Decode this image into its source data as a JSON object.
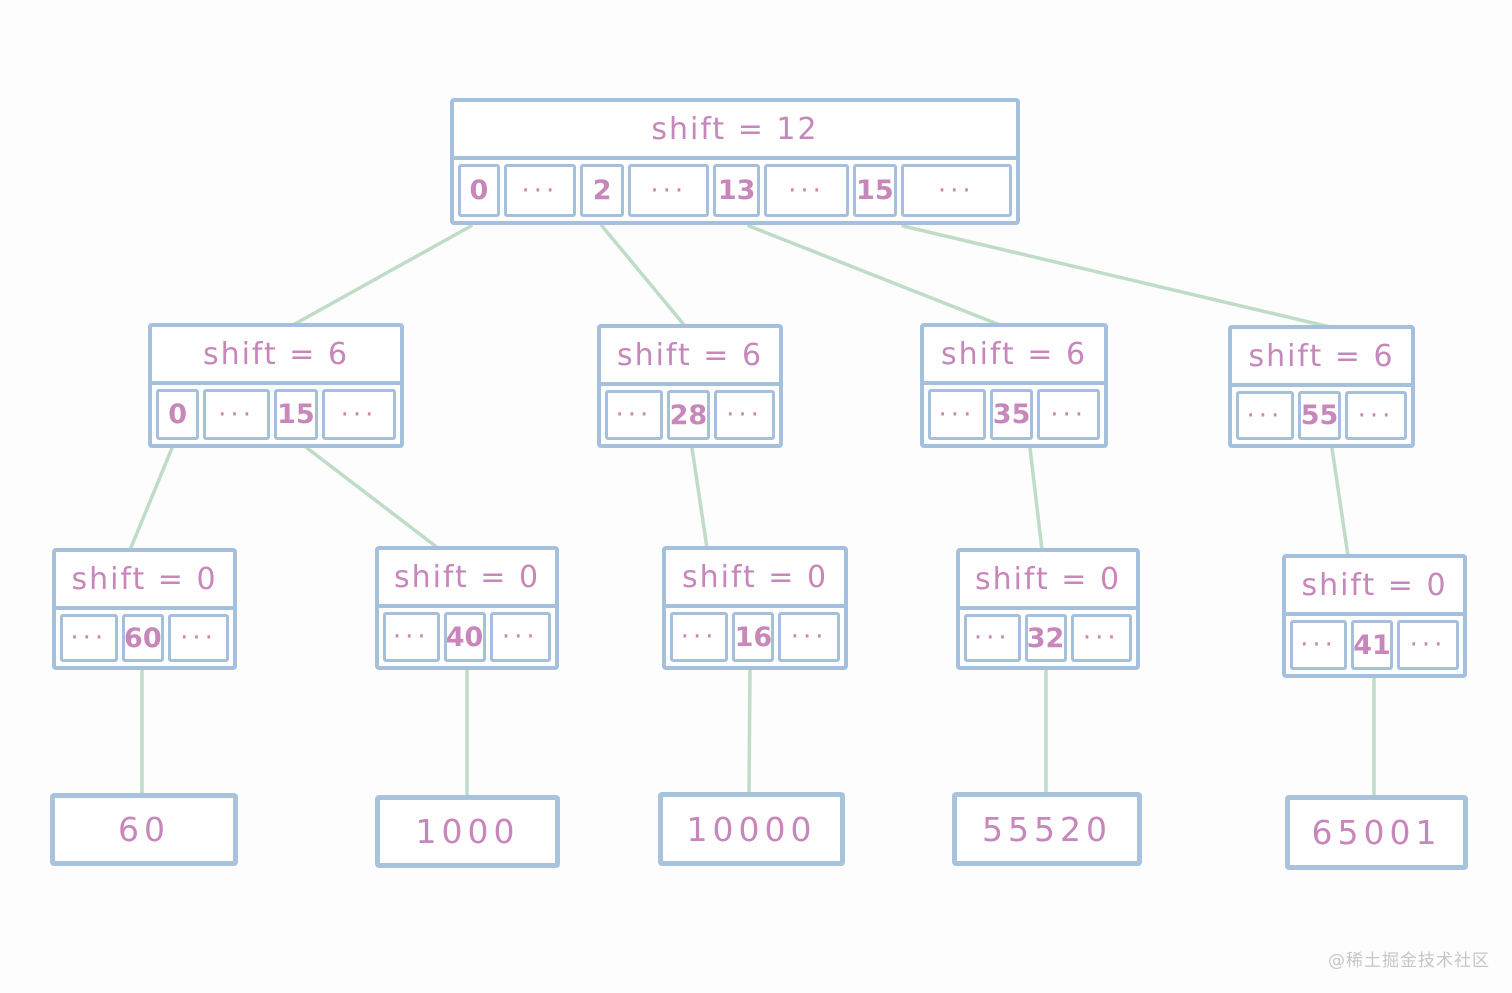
{
  "colors": {
    "box_border": "#a5c0dc",
    "text_pink": "#c787ba",
    "edge_green": "#bedcc6",
    "watermark_gray": "#c6c6c6"
  },
  "tree": {
    "root": {
      "title": "shift = 12",
      "cells": [
        "0",
        "···",
        "2",
        "···",
        "13",
        "···",
        "15",
        "···"
      ]
    },
    "level2": [
      {
        "title": "shift = 6",
        "cells": [
          "0",
          "···",
          "15",
          "···"
        ]
      },
      {
        "title": "shift = 6",
        "cells": [
          "···",
          "28",
          "···"
        ]
      },
      {
        "title": "shift = 6",
        "cells": [
          "···",
          "35",
          "···"
        ]
      },
      {
        "title": "shift = 6",
        "cells": [
          "···",
          "55",
          "···"
        ]
      }
    ],
    "level3": [
      {
        "title": "shift = 0",
        "cells": [
          "···",
          "60",
          "···"
        ]
      },
      {
        "title": "shift = 0",
        "cells": [
          "···",
          "40",
          "···"
        ]
      },
      {
        "title": "shift = 0",
        "cells": [
          "···",
          "16",
          "···"
        ]
      },
      {
        "title": "shift = 0",
        "cells": [
          "···",
          "32",
          "···"
        ]
      },
      {
        "title": "shift = 0",
        "cells": [
          "···",
          "41",
          "···"
        ]
      }
    ],
    "leaves": [
      "60",
      "1000",
      "10000",
      "55520",
      "65001"
    ],
    "edges": [
      {
        "from": "root cell 0",
        "to": "shift6 node 1"
      },
      {
        "from": "root cell 2",
        "to": "shift6 node 2"
      },
      {
        "from": "root cell 13",
        "to": "shift6 node 3"
      },
      {
        "from": "root cell 15",
        "to": "shift6 node 4"
      },
      {
        "from": "shift6 node 1 cell 0",
        "to": "shift0 node 1"
      },
      {
        "from": "shift6 node 1 cell 15",
        "to": "shift0 node 2"
      },
      {
        "from": "shift6 node 2 cell 28",
        "to": "shift0 node 3"
      },
      {
        "from": "shift6 node 3 cell 35",
        "to": "shift0 node 4"
      },
      {
        "from": "shift6 node 4 cell 55",
        "to": "shift0 node 5"
      },
      {
        "from": "shift0 node 1 cell 60",
        "to": "leaf 60"
      },
      {
        "from": "shift0 node 2 cell 40",
        "to": "leaf 1000"
      },
      {
        "from": "shift0 node 3 cell 16",
        "to": "leaf 10000"
      },
      {
        "from": "shift0 node 4 cell 32",
        "to": "leaf 55520"
      },
      {
        "from": "shift0 node 5 cell 41",
        "to": "leaf 65001"
      }
    ]
  },
  "watermark": {
    "text": "@稀土掘金技术社区"
  }
}
